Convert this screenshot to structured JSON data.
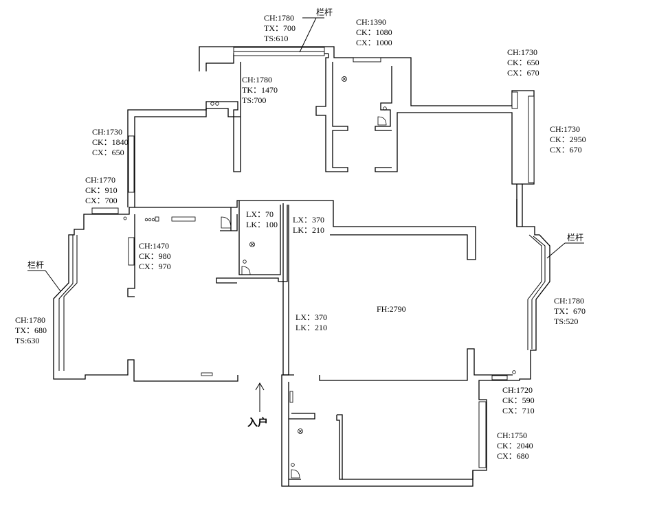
{
  "labels": [
    {
      "id": "top-window-1",
      "lines": [
        "CH:1780",
        "TX：700",
        "TS:610"
      ]
    },
    {
      "id": "top-window-2",
      "lines": [
        "CH:1390",
        "CK：1080",
        "CX：1000"
      ]
    },
    {
      "id": "bedroom-north",
      "lines": [
        "CH:1780",
        "TK：1470",
        "TS:700"
      ]
    },
    {
      "id": "west-window-1",
      "lines": [
        "CH:1730",
        "CK：1840",
        "CX：650"
      ]
    },
    {
      "id": "west-window-2",
      "lines": [
        "CH:1770",
        "CK：910",
        "CX：700"
      ]
    },
    {
      "id": "inner-window",
      "lines": [
        "CH:1470",
        "CK：980",
        "CX：970"
      ]
    },
    {
      "id": "bay-west",
      "lines": [
        "CH:1780",
        "TX：680",
        "TS:630"
      ]
    },
    {
      "id": "toilet-vent",
      "lines": [
        "LX：70",
        "LK：100"
      ]
    },
    {
      "id": "beam-top",
      "lines": [
        "LX：370",
        "LK：210"
      ]
    },
    {
      "id": "beam-mid",
      "lines": [
        "LX：370",
        "LK：210"
      ]
    },
    {
      "id": "floor-height",
      "lines": [
        "FH:2790"
      ]
    },
    {
      "id": "ne-window-1",
      "lines": [
        "CH:1730",
        "CK：650",
        "CX：670"
      ]
    },
    {
      "id": "ne-window-2",
      "lines": [
        "CH:1730",
        "CK：2950",
        "CX：670"
      ]
    },
    {
      "id": "bay-east",
      "lines": [
        "CH:1780",
        "TX：670",
        "TS:520"
      ]
    },
    {
      "id": "se-window-1",
      "lines": [
        "CH:1720",
        "CK：590",
        "CX：710"
      ]
    },
    {
      "id": "se-window-2",
      "lines": [
        "CH:1750",
        "CK：2040",
        "CX：680"
      ]
    }
  ],
  "railings": [
    "栏杆",
    "栏杆",
    "栏杆"
  ],
  "entrance": "入户"
}
